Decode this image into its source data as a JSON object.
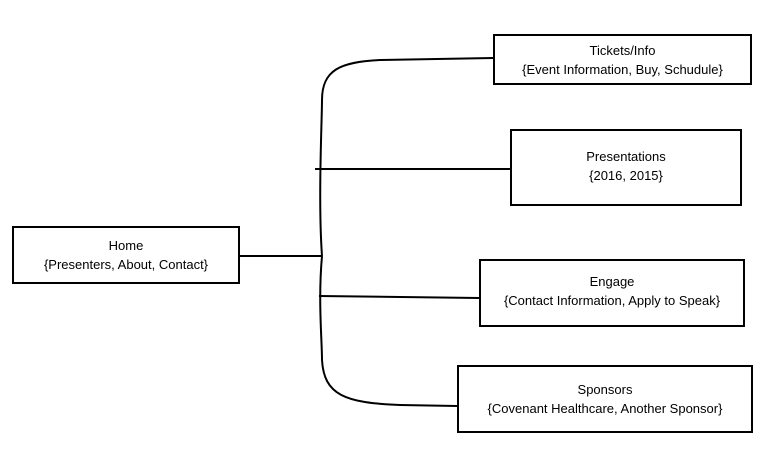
{
  "diagram": {
    "root": {
      "title": "Home",
      "subtitle": "{Presenters, About, Contact}"
    },
    "branches": [
      {
        "title": "Tickets/Info",
        "subtitle": "{Event Information, Buy, Schudule}"
      },
      {
        "title": "Presentations",
        "subtitle": "{2016, 2015}"
      },
      {
        "title": "Engage",
        "subtitle": "{Contact Information, Apply to Speak}"
      },
      {
        "title": "Sponsors",
        "subtitle": "{Covenant Healthcare, Another Sponsor}"
      }
    ],
    "colors": {
      "line": "#000000",
      "box_border": "#000000",
      "background": "#ffffff"
    }
  }
}
